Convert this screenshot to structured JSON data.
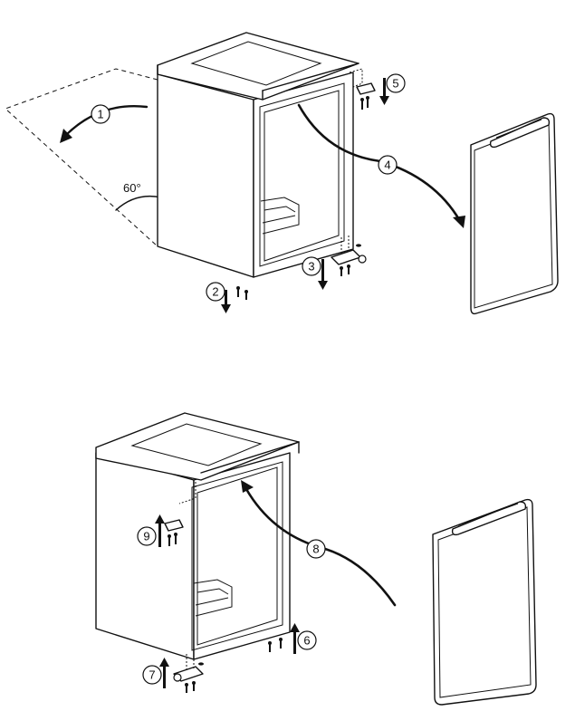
{
  "angle_label": "60°",
  "steps": [
    "1",
    "2",
    "3",
    "4",
    "5",
    "6",
    "7",
    "8",
    "9"
  ]
}
